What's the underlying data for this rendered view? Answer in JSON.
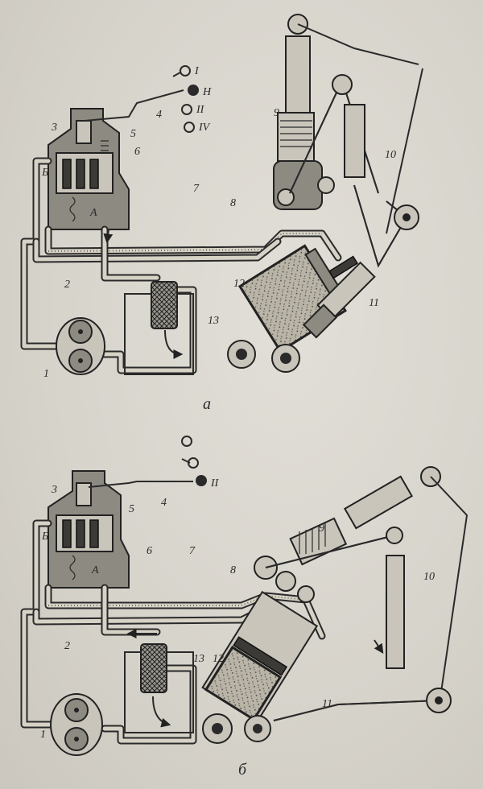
{
  "figure_a": {
    "caption": "а",
    "callouts": {
      "n1": "1",
      "n2": "2",
      "n3": "3",
      "n4": "4",
      "n5": "5",
      "n6": "6",
      "n7": "7",
      "n8": "8",
      "n9": "9",
      "n10": "10",
      "n11": "11",
      "n12": "12",
      "n13": "13",
      "nA": "А",
      "nB": "Б"
    },
    "positions": {
      "p1": "I",
      "p2": "Н",
      "p3": "II",
      "p4": "IV"
    }
  },
  "figure_b": {
    "caption": "б",
    "callouts": {
      "n1": "1",
      "n2": "2",
      "n3": "3",
      "n4": "4",
      "n5": "5",
      "n6": "6",
      "n7": "7",
      "n8": "8",
      "n9": "9",
      "n10": "10",
      "n11": "11",
      "n12": "12",
      "n13": "13",
      "nA": "А",
      "nB": "Б"
    },
    "positions": {
      "p3": "II"
    }
  }
}
